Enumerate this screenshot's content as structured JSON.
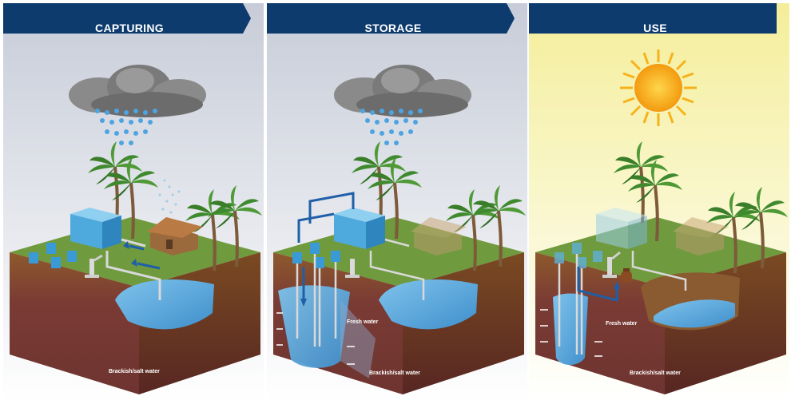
{
  "panels": [
    {
      "title": "CAPTURING",
      "brackish_label": "Brackish/salt water"
    },
    {
      "title": "STORAGE",
      "fresh_label": "Fresh water",
      "brackish_label": "Brackish/salt water"
    },
    {
      "title": "USE",
      "fresh_label": "Fresh water",
      "brackish_label": "Brackish/salt water"
    }
  ],
  "colors": {
    "banner": "#0d3b6e",
    "grass": "#6f9a3e",
    "soil": "#7a3e35",
    "water": "#5aa9dc",
    "sun": "#f6b21a"
  }
}
